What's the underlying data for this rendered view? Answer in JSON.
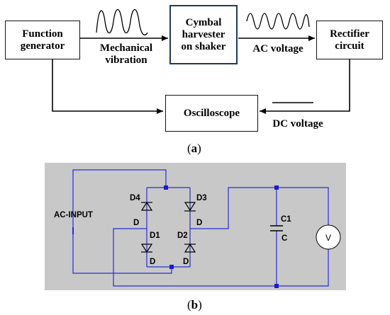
{
  "figure_a": {
    "blocks": {
      "function_generator": "Function\ngenerator",
      "cymbal": "Cymbal\nharvester\non shaker",
      "rectifier": "Rectifier\ncircuit",
      "oscilloscope": "Oscilloscope"
    },
    "labels": {
      "mechanical": "Mechanical\nvibration",
      "ac_voltage": "AC voltage",
      "dc_voltage": "DC voltage"
    },
    "caption_open": "(",
    "caption_letter": "a",
    "caption_close": ")"
  },
  "figure_b": {
    "labels": {
      "ac_input": "AC-INPUT",
      "d4": "D4",
      "d3": "D3",
      "d1": "D1",
      "d2": "D2",
      "d_left": "D",
      "d_mid": "D",
      "d_bl": "D",
      "d_br": "D",
      "c1": "C1",
      "c": "C",
      "v": "V"
    },
    "caption_open": "(",
    "caption_letter": "b",
    "caption_close": ")",
    "colors": {
      "wire": "#2b2bd6",
      "panel": "#c8c8c8",
      "node": "#1a1ad0"
    }
  }
}
